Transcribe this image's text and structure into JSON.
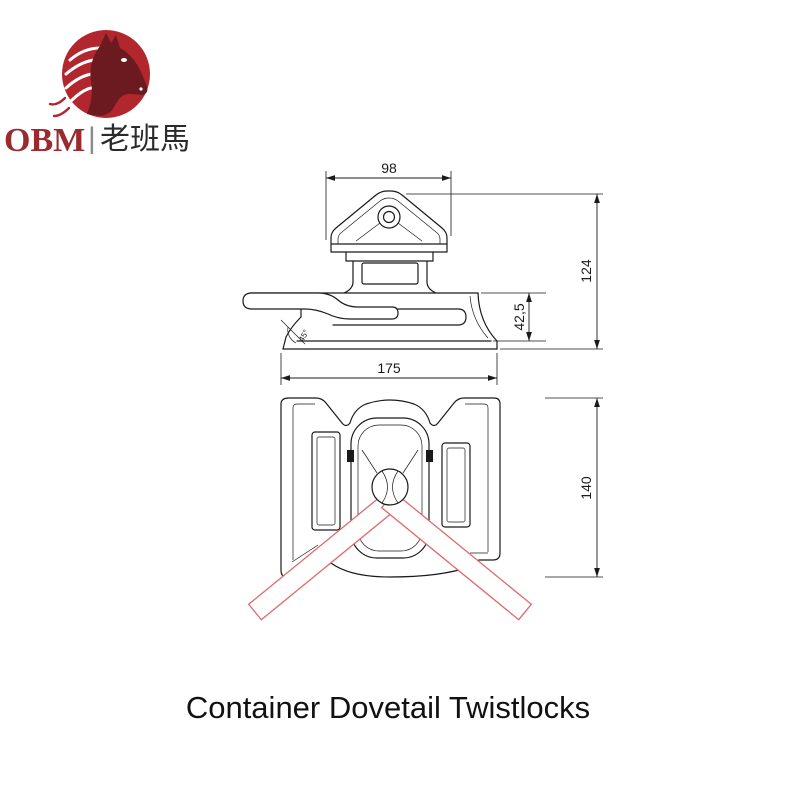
{
  "logo": {
    "icon": "horse-head-icon",
    "brand_latin": "OBM",
    "separator": "|",
    "brand_chinese": "老班馬",
    "colors": {
      "circle": "#b2272d",
      "horse": "#6b1a1f",
      "brand_latin": "#9a2a2e",
      "brand_chinese": "#2a2a2a"
    }
  },
  "drawing": {
    "colors": {
      "line": "#1a1a1a",
      "handle_positions": "#e06a6a"
    },
    "side_view": {
      "dim_top_width": "98",
      "dim_total_height": "124",
      "dim_base_height": "42,5",
      "dim_base_width": "175",
      "handle_angle": "45°"
    },
    "plan_view": {
      "dim_depth": "140"
    }
  },
  "caption": "Container Dovetail Twistlocks"
}
